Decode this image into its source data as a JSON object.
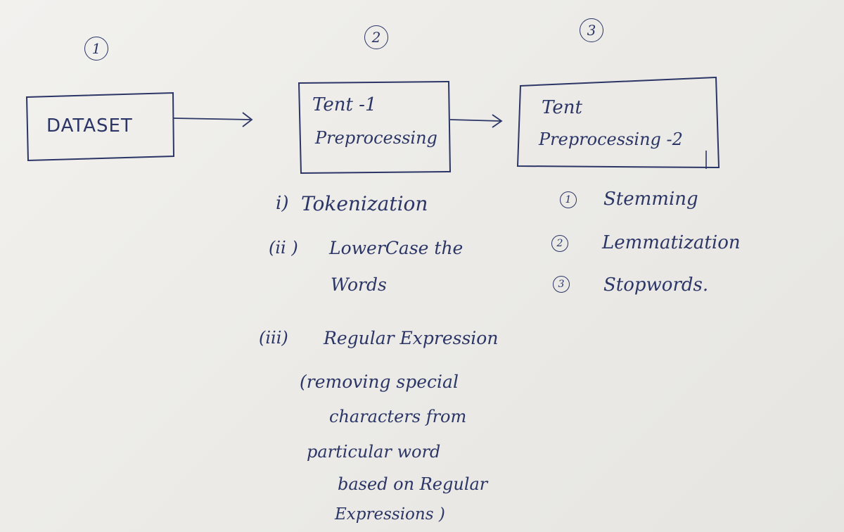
{
  "steps": {
    "one": "1",
    "two": "2",
    "three": "3"
  },
  "boxes": {
    "dataset": "DATASET",
    "tp1_line1": "Tent   -1",
    "tp1_line2": "Preprocessing",
    "tp2_line1": "Tent",
    "tp2_line2": "Preprocessing -2"
  },
  "list1": {
    "item1_num": "i)",
    "item1_text": "Tokenization",
    "item2_num": "(ii )",
    "item2_text_line1": "LowerCase the",
    "item2_text_line2": "Words",
    "item3_num": "(iii)",
    "item3_text": "Regular Expression",
    "item3_note_line1": "(removing special",
    "item3_note_line2": "characters from",
    "item3_note_line3": "particular word",
    "item3_note_line4": "based on Regular",
    "item3_note_line5": "Expressions )"
  },
  "list2": {
    "item1_num": "1",
    "item1_text": "Stemming",
    "item2_num": "2",
    "item2_text": "Lemmatization",
    "item3_num": "3",
    "item3_text": "Stopwords."
  }
}
